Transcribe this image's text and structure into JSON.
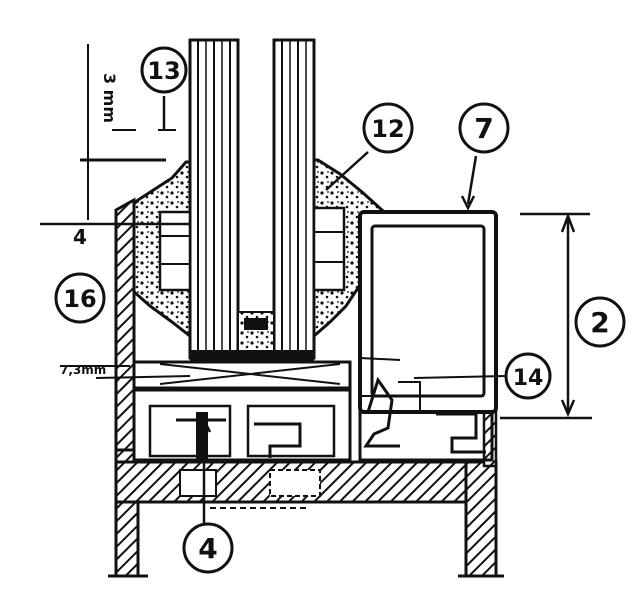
{
  "callouts": {
    "c13": "13",
    "c12": "12",
    "c7": "7",
    "c16": "16",
    "c2": "2",
    "c14": "14",
    "c4": "4"
  },
  "dimensions": {
    "top_gap": "3 mm",
    "side_offset": "4",
    "left_side": "7,3mm"
  },
  "colors": {
    "ink": "#111111",
    "paper": "#ffffff"
  }
}
